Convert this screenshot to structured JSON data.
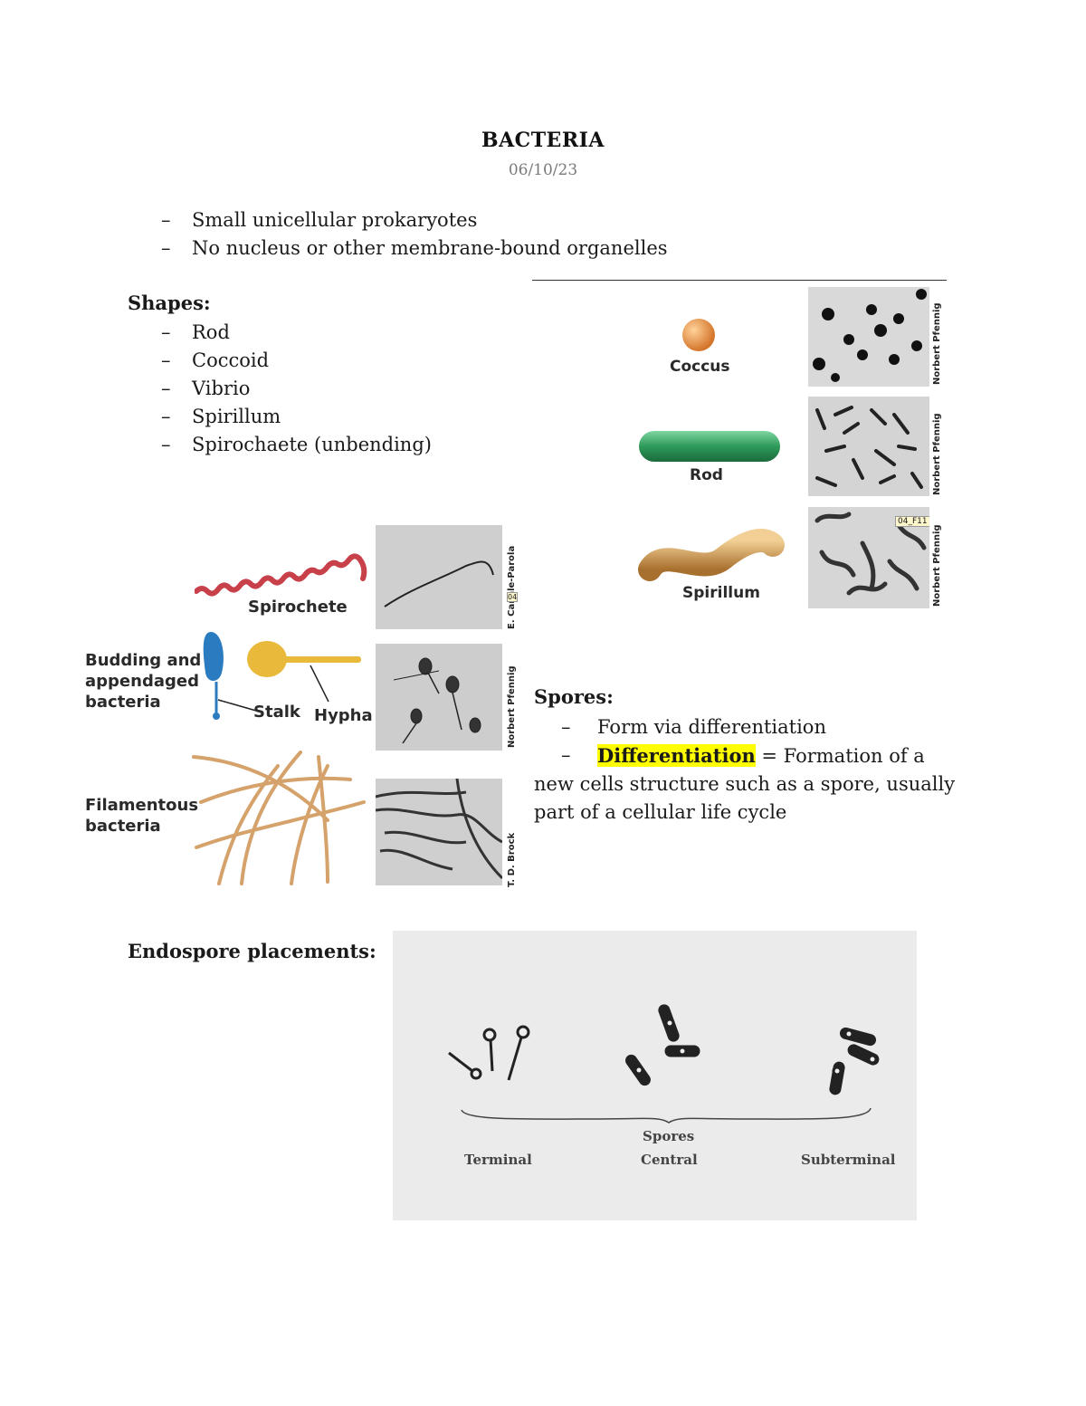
{
  "title": "BACTERIA",
  "date": "06/10/23",
  "intro_bullets": [
    "Small unicellular prokaryotes",
    "No nucleus or other membrane-bound organelles"
  ],
  "shapes": {
    "heading": "Shapes:",
    "items": [
      "Rod",
      "Coccoid",
      "Vibrio",
      "Spirillum",
      "Spirochaete (unbending)"
    ]
  },
  "figure_right": {
    "labels": [
      "Coccus",
      "Rod",
      "Spirillum"
    ],
    "credits": [
      "Norbert Pfennig",
      "Norbert Pfennig",
      "Norbert Pfennig"
    ],
    "tag": "04_F11"
  },
  "figure_left": {
    "spirochete_label": "Spirochete",
    "budding_label": "Budding and appendaged bacteria",
    "stalk_label": "Stalk",
    "hypha_label": "Hypha",
    "filamentous_label": "Filamentous bacteria",
    "credits": [
      "E. Canale-Parola",
      "Norbert Pfennig",
      "T. D. Brock"
    ],
    "tag": "04"
  },
  "spores": {
    "heading": "Spores:",
    "item1": "Form via differentiation",
    "term": "Differentiation",
    "definition": " = Formation of a new cells structure such as a spore, usually part of a cellular life cycle"
  },
  "endospore": {
    "heading": "Endospore placements:",
    "brace_label": "Spores",
    "positions": [
      "Terminal",
      "Central",
      "Subterminal"
    ]
  },
  "colors": {
    "highlight": "#ffff00",
    "coccus": "#e8893a",
    "rod": "#2e9a5a",
    "spirillum": "#d9a35a",
    "spirochete": "#c8404a",
    "budding": "#2a7bbf",
    "hypha": "#e8b93a",
    "filament": "#d4a26a"
  }
}
